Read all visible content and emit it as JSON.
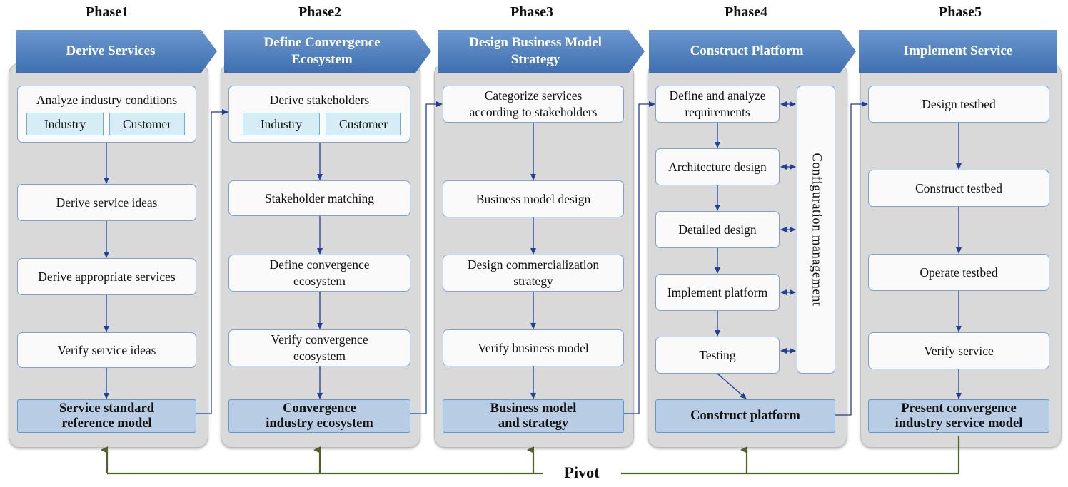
{
  "phases": [
    {
      "label": "Phase1",
      "title": "Derive Services",
      "steps": [
        "Analyze industry conditions",
        "Derive service ideas",
        "Derive appropriate services",
        "Verify service ideas"
      ],
      "chips": [
        "Industry",
        "Customer"
      ],
      "output_lines": [
        "Service standard",
        "reference model"
      ]
    },
    {
      "label": "Phase2",
      "title_lines": [
        "Define Convergence",
        "Ecosystem"
      ],
      "steps": [
        "Derive stakeholders",
        "Stakeholder matching",
        "Verify convergence ecosystem"
      ],
      "step_lines": {
        "define": [
          "Define convergence",
          "ecosystem"
        ],
        "verify": [
          "Verify convergence",
          "ecosystem"
        ]
      },
      "chips": [
        "Industry",
        "Customer"
      ],
      "output_lines": [
        "Convergence",
        "industry  ecosystem"
      ]
    },
    {
      "label": "Phase3",
      "title_lines": [
        "Design Business Model",
        "Strategy"
      ],
      "step_lines": {
        "categorize": [
          "Categorize services",
          "according to stakeholders"
        ],
        "commercial": [
          "Design commercialization",
          "strategy"
        ]
      },
      "steps": [
        "Business model design",
        "Verify business model"
      ],
      "output_lines": [
        "Business model",
        "and strategy"
      ]
    },
    {
      "label": "Phase4",
      "title": "Construct  Platform",
      "step_lines": {
        "define": [
          "Define and analyze",
          "requirements"
        ]
      },
      "steps": [
        "Architecture design",
        "Detailed design",
        "Implement platform",
        "Testing"
      ],
      "side": "Configuration  management",
      "output": "Construct  platform"
    },
    {
      "label": "Phase5",
      "title": "Implement  Service",
      "steps": [
        "Design testbed",
        "Construct testbed",
        "Operate testbed",
        "Verify service"
      ],
      "output_lines": [
        "Present convergence",
        "industry  service model"
      ]
    }
  ],
  "pivot": "Pivot",
  "colors": {
    "banner": "#4f81bd",
    "panel": "#d9d9d9",
    "output": "#b8cce4",
    "flow_arrow": "#1f3f99",
    "pivot_line": "#4f6228"
  }
}
